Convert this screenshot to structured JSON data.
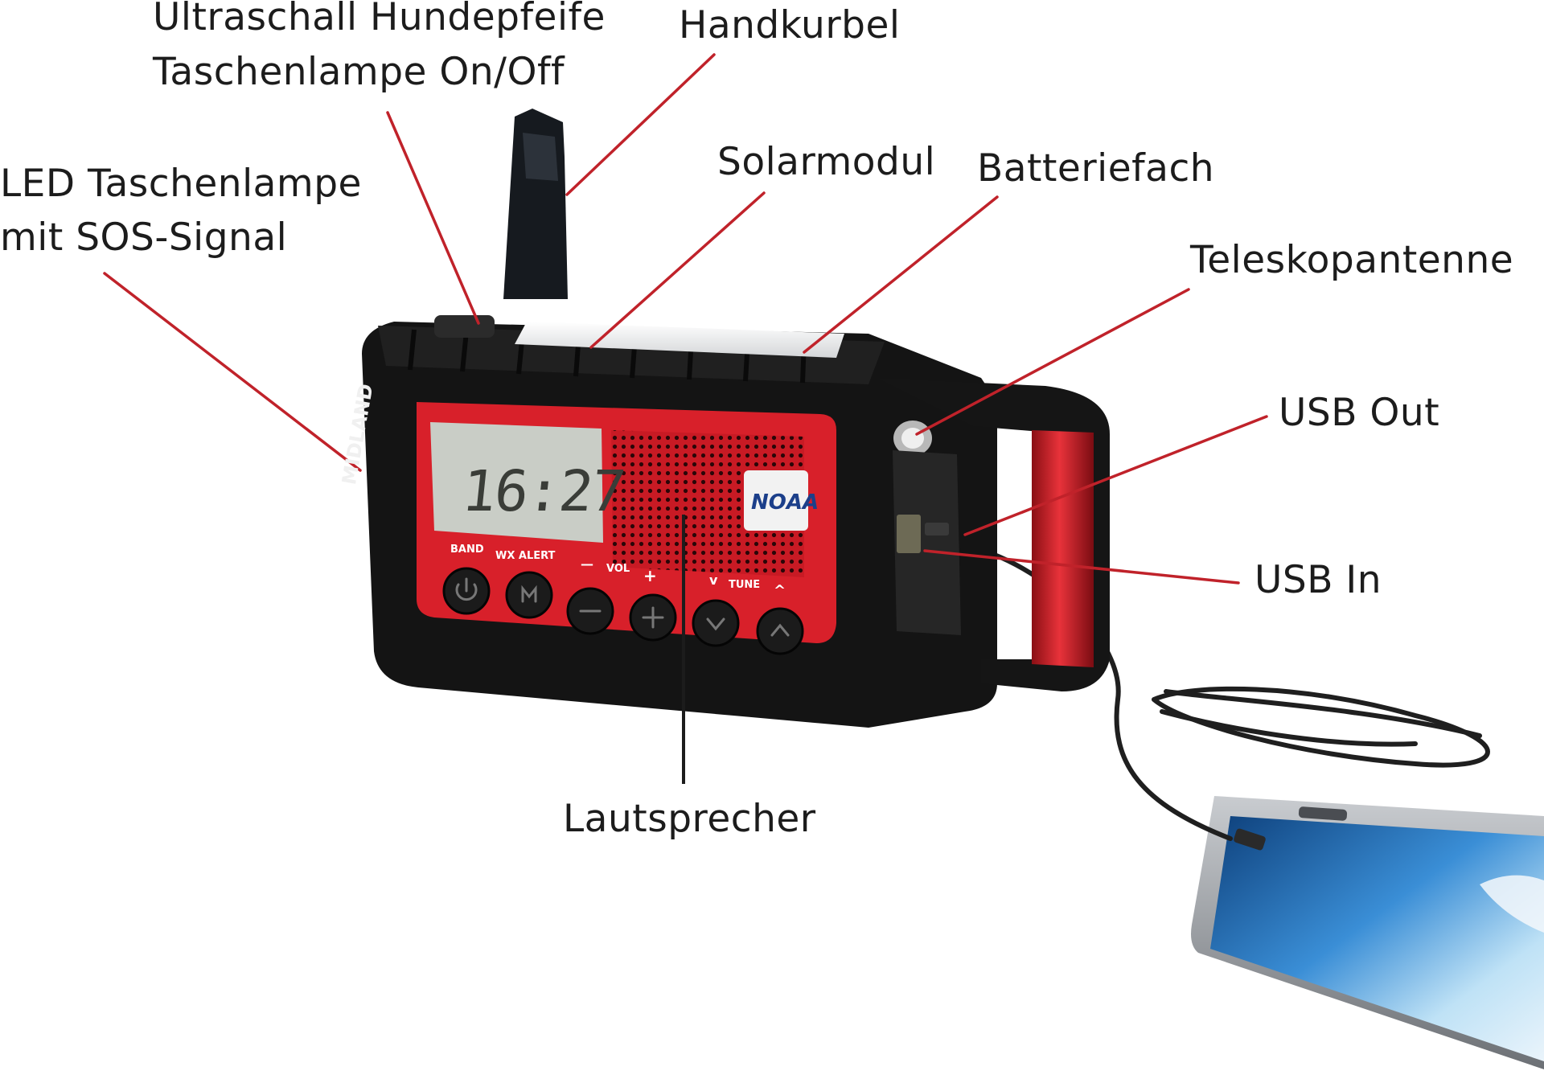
{
  "callouts": {
    "ultraschall": "Ultraschall Hundepfeife",
    "taschenlampe_onoff": "Taschenlampe On/Off",
    "handkurbel": "Handkurbel",
    "solarmodul": "Solarmodul",
    "batteriefach": "Batteriefach",
    "led_line1": "LED Taschenlampe",
    "led_line2": "mit SOS-Signal",
    "teleskopantenne": "Teleskopantenne",
    "usb_out": "USB Out",
    "usb_in": "USB In",
    "lautsprecher": "Lautsprecher"
  },
  "radio": {
    "brand": "MIDLAND",
    "display_time": "16:27",
    "badge": "NOAA",
    "button_labels": {
      "band": "BAND",
      "wx_alert": "WX ALERT",
      "vol": "VOL",
      "tune": "TUNE",
      "minus": "—",
      "plus": "+",
      "down": "v",
      "up": "^"
    }
  },
  "colors": {
    "leader_line": "#c0222a",
    "radio_red": "#d8202a",
    "radio_body": "#141414",
    "lcd": "#c9cdc6"
  }
}
